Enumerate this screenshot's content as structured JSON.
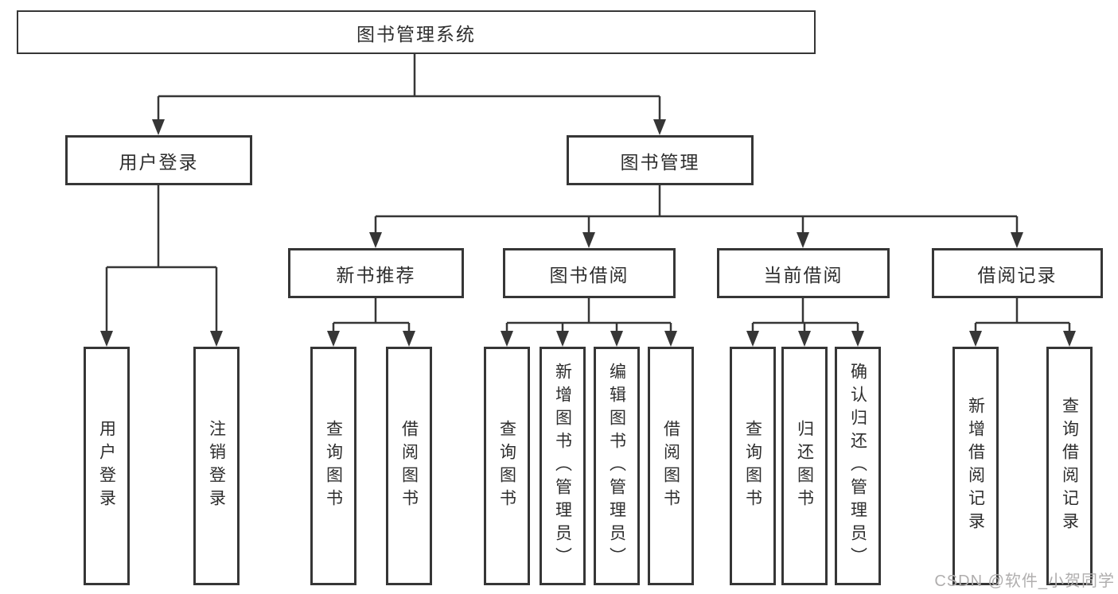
{
  "diagram": {
    "root": "图书管理系统",
    "level2": {
      "user_login": "用户登录",
      "book_mgmt": "图书管理"
    },
    "level3": {
      "new_books": "新书推荐",
      "book_borrow": "图书借阅",
      "current_borrow": "当前借阅",
      "borrow_records": "借阅记录"
    },
    "leaves": {
      "user": [
        "用户登录",
        "注销登录"
      ],
      "new_books": [
        "查询图书",
        "借阅图书"
      ],
      "borrow": [
        "查询图书",
        "新增图书（管理员）",
        "编辑图书（管理员）",
        "借阅图书"
      ],
      "current": [
        "查询图书",
        "归还图书",
        "确认归还（管理员）"
      ],
      "records": [
        "新增借阅记录",
        "查询借阅记录"
      ]
    },
    "colors": {
      "line": "#363636",
      "text": "#2e2e2e",
      "background": "#ffffff",
      "watermark": "#b0aeae"
    }
  },
  "watermark": "CSDN @软件_小贺同学"
}
